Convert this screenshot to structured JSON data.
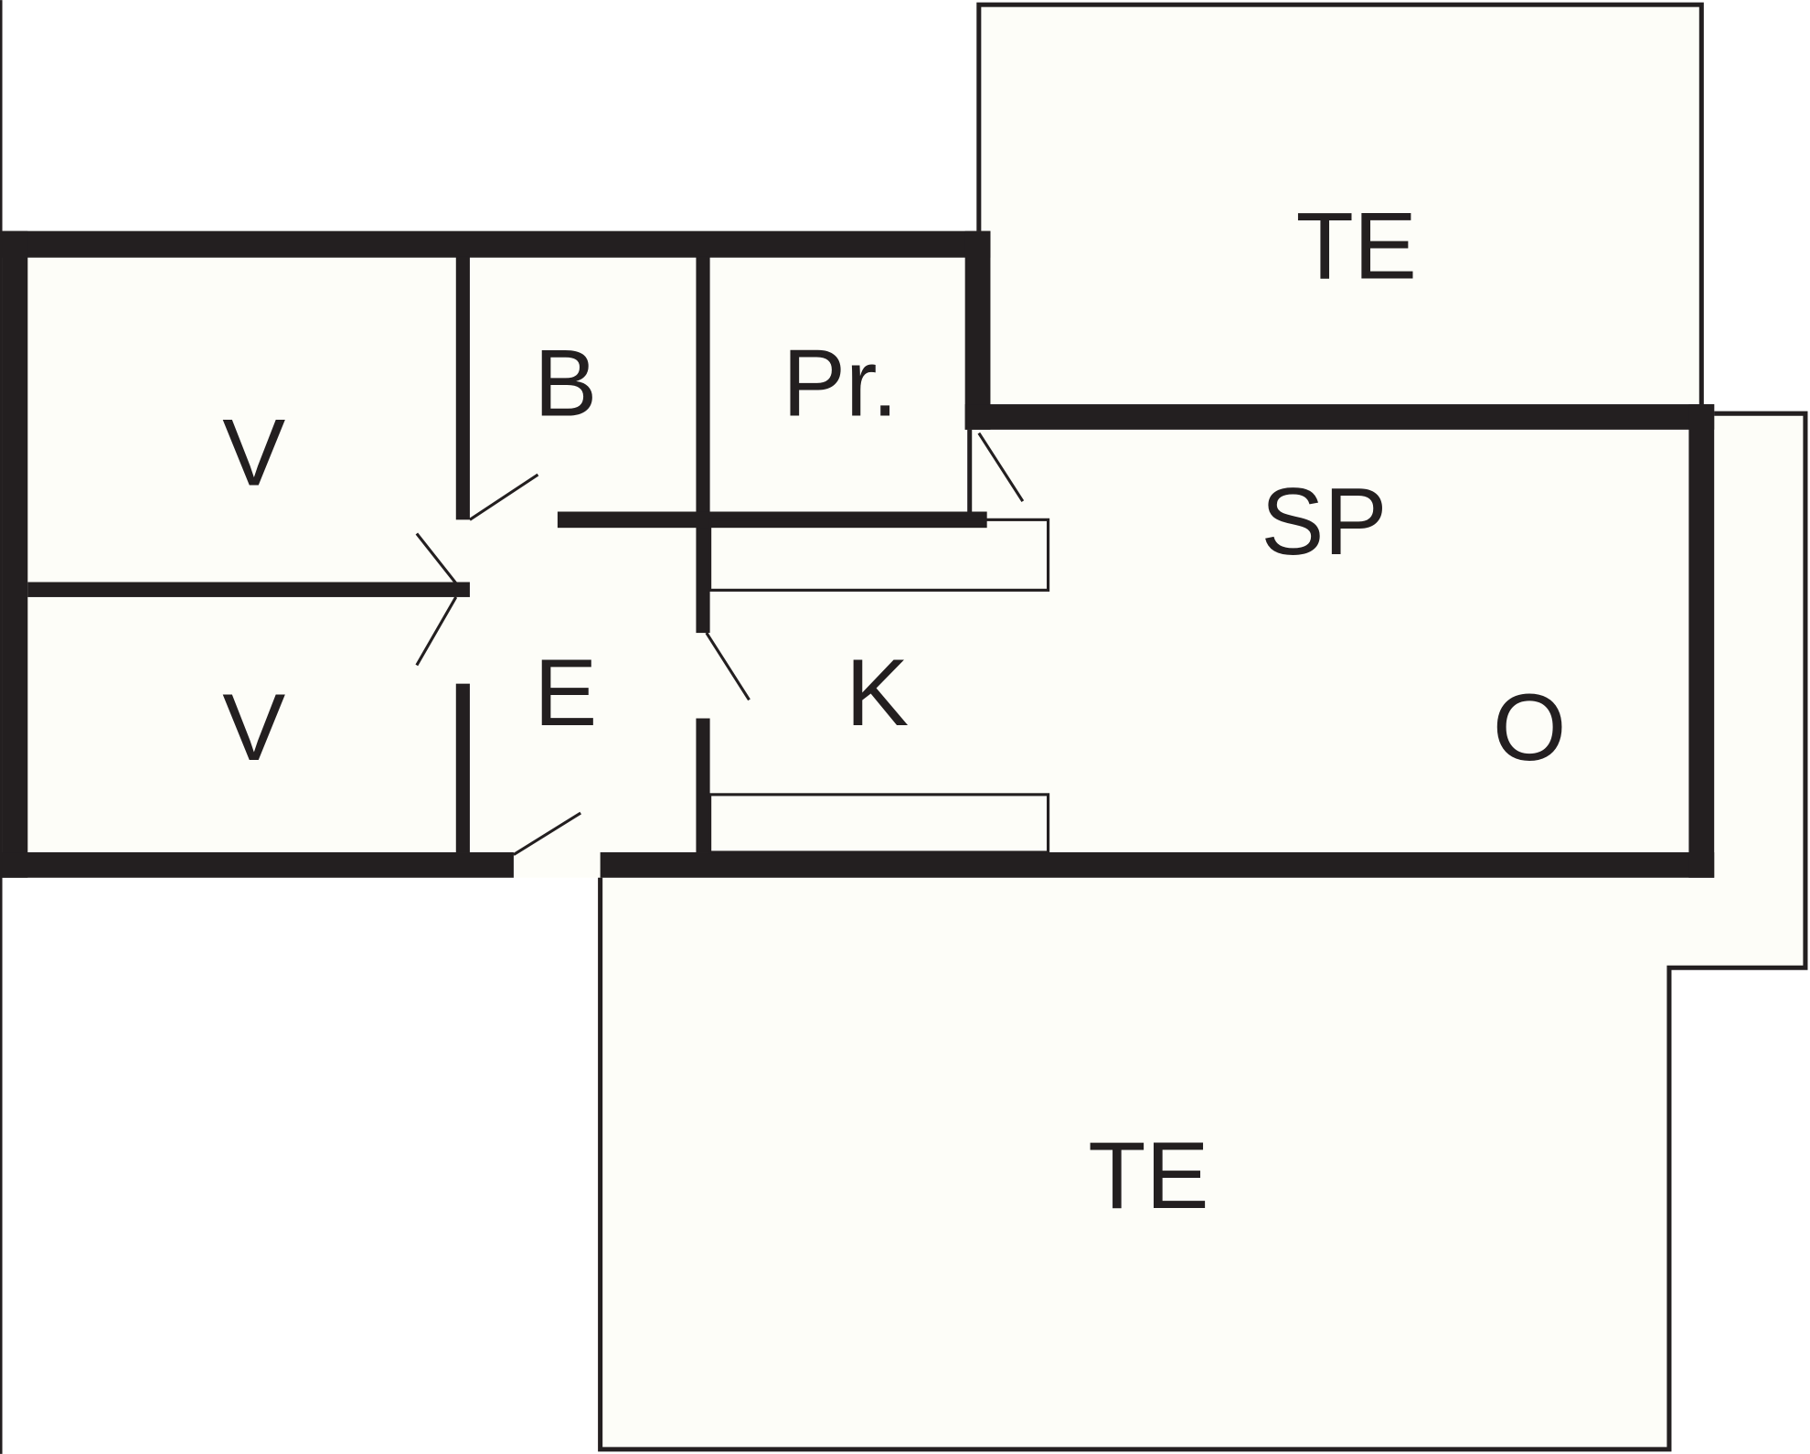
{
  "floorplan": {
    "rooms": {
      "v1": "V",
      "v2": "V",
      "b": "B",
      "pr": "Pr.",
      "sp": "SP",
      "e": "E",
      "k": "K",
      "o": "O",
      "te_top": "TE",
      "te_bottom": "TE"
    }
  },
  "colors": {
    "wall": "#231f20",
    "floor": "#fdfdf8",
    "background": "#ffffff"
  }
}
